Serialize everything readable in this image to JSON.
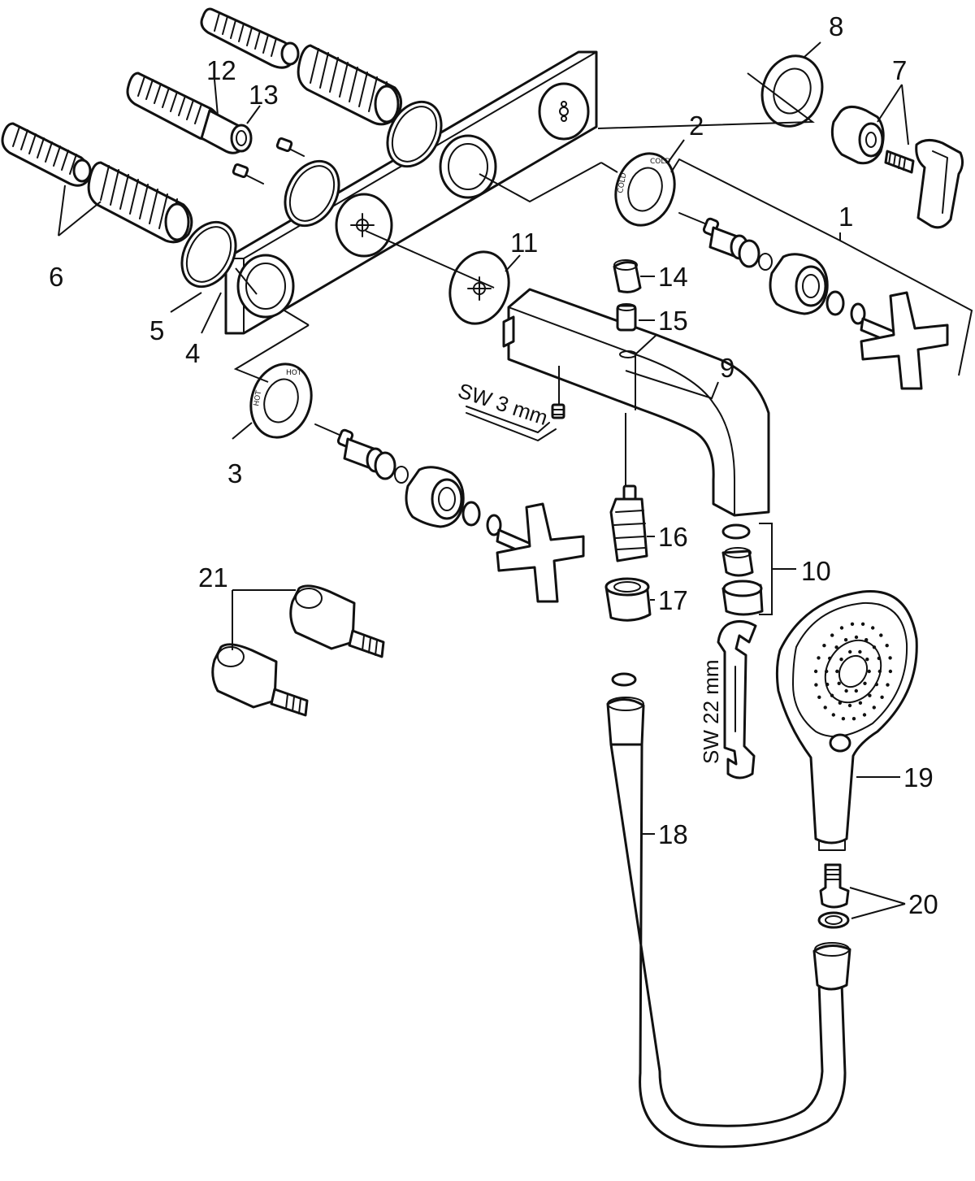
{
  "colors": {
    "line": "#111111",
    "background": "#ffffff"
  },
  "callouts": [
    {
      "id": "1",
      "text": "1"
    },
    {
      "id": "2",
      "text": "2"
    },
    {
      "id": "3",
      "text": "3"
    },
    {
      "id": "4",
      "text": "4"
    },
    {
      "id": "5",
      "text": "5"
    },
    {
      "id": "6",
      "text": "6"
    },
    {
      "id": "7",
      "text": "7"
    },
    {
      "id": "8",
      "text": "8"
    },
    {
      "id": "9",
      "text": "9"
    },
    {
      "id": "10",
      "text": "10"
    },
    {
      "id": "11",
      "text": "11"
    },
    {
      "id": "12",
      "text": "12"
    },
    {
      "id": "13",
      "text": "13"
    },
    {
      "id": "14",
      "text": "14"
    },
    {
      "id": "15",
      "text": "15"
    },
    {
      "id": "16",
      "text": "16"
    },
    {
      "id": "17",
      "text": "17"
    },
    {
      "id": "18",
      "text": "18"
    },
    {
      "id": "19",
      "text": "19"
    },
    {
      "id": "20",
      "text": "20"
    },
    {
      "id": "21",
      "text": "21"
    }
  ],
  "tools": {
    "hex_key": "SW 3 mm",
    "wrench": "SW 22 mm"
  },
  "ring_text": {
    "cold": "COLD",
    "hot": "HOT"
  }
}
